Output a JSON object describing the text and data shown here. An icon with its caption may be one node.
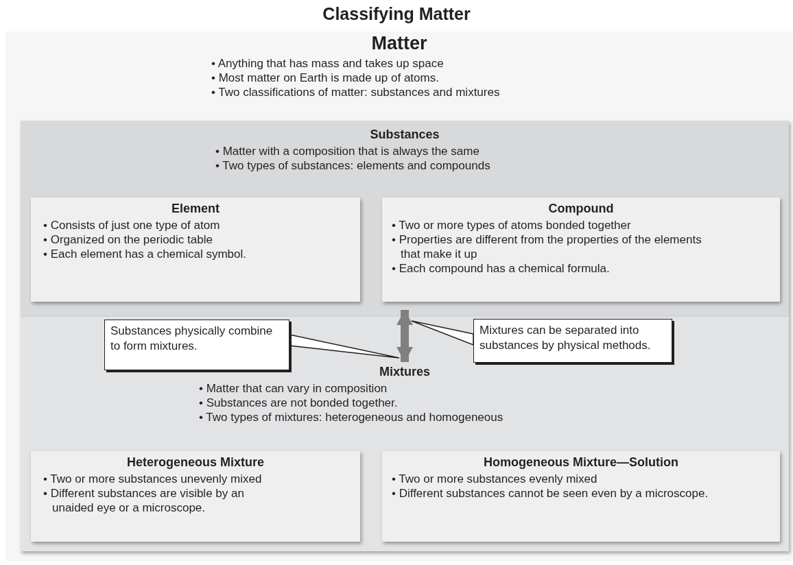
{
  "diagram": {
    "title": "Classifying Matter",
    "nodes": [
      {
        "text": [
          "Matter",
          "• Anything that has mass and takes up space",
          "• Most matter on Earth is made up of atoms.",
          "• Two classifications of matter: substances and mixtures"
        ]
      },
      {
        "text": [
          "Substances",
          "• Matter with a composition that is always the same",
          "• Two types of substances: elements and compounds"
        ],
        "in": 0
      },
      {
        "text": [
          "Element",
          "• Consists of just one type of atom",
          "• Organized on the periodic table",
          "• Each element has a chemical symbol."
        ],
        "in": 1
      },
      {
        "text": [
          "Compound",
          "• Two or more types of atoms bonded together",
          "• Properties are different from the properties of the elements that make it up",
          "• Each compound has a chemical formula."
        ],
        "in": 1
      },
      {
        "text": [
          "Mixtures",
          "• Matter that can vary in composition",
          "• Substances are not bonded together.",
          "• Two types of mixtures: heterogeneous and homogeneous"
        ],
        "in": 0
      },
      {
        "text": [
          "Heterogeneous Mixture",
          "• Two or more substances unevenly mixed",
          "• Different substances are visible by an unaided eye or a microscope."
        ],
        "in": 4
      },
      {
        "text": [
          "Homogeneous Mixture—Solution",
          "• Two or more substances evenly mixed",
          "• Different substances cannot be seen even by a microscope."
        ],
        "in": 4
      },
      {
        "text": [
          "Substances physically combine to form mixtures."
        ],
        "in": 4
      },
      {
        "text": [
          "Mixtures can be separated into substances by physical methods."
        ],
        "in": 4
      }
    ],
    "edges": [
      {
        "from": 1,
        "to": 4,
        "arrow": "both",
        "style": "thick",
        "color": "#808080"
      },
      {
        "from": 7,
        "to": null,
        "arrow": "none"
      },
      {
        "from": 8,
        "to": null,
        "arrow": "none"
      }
    ]
  }
}
